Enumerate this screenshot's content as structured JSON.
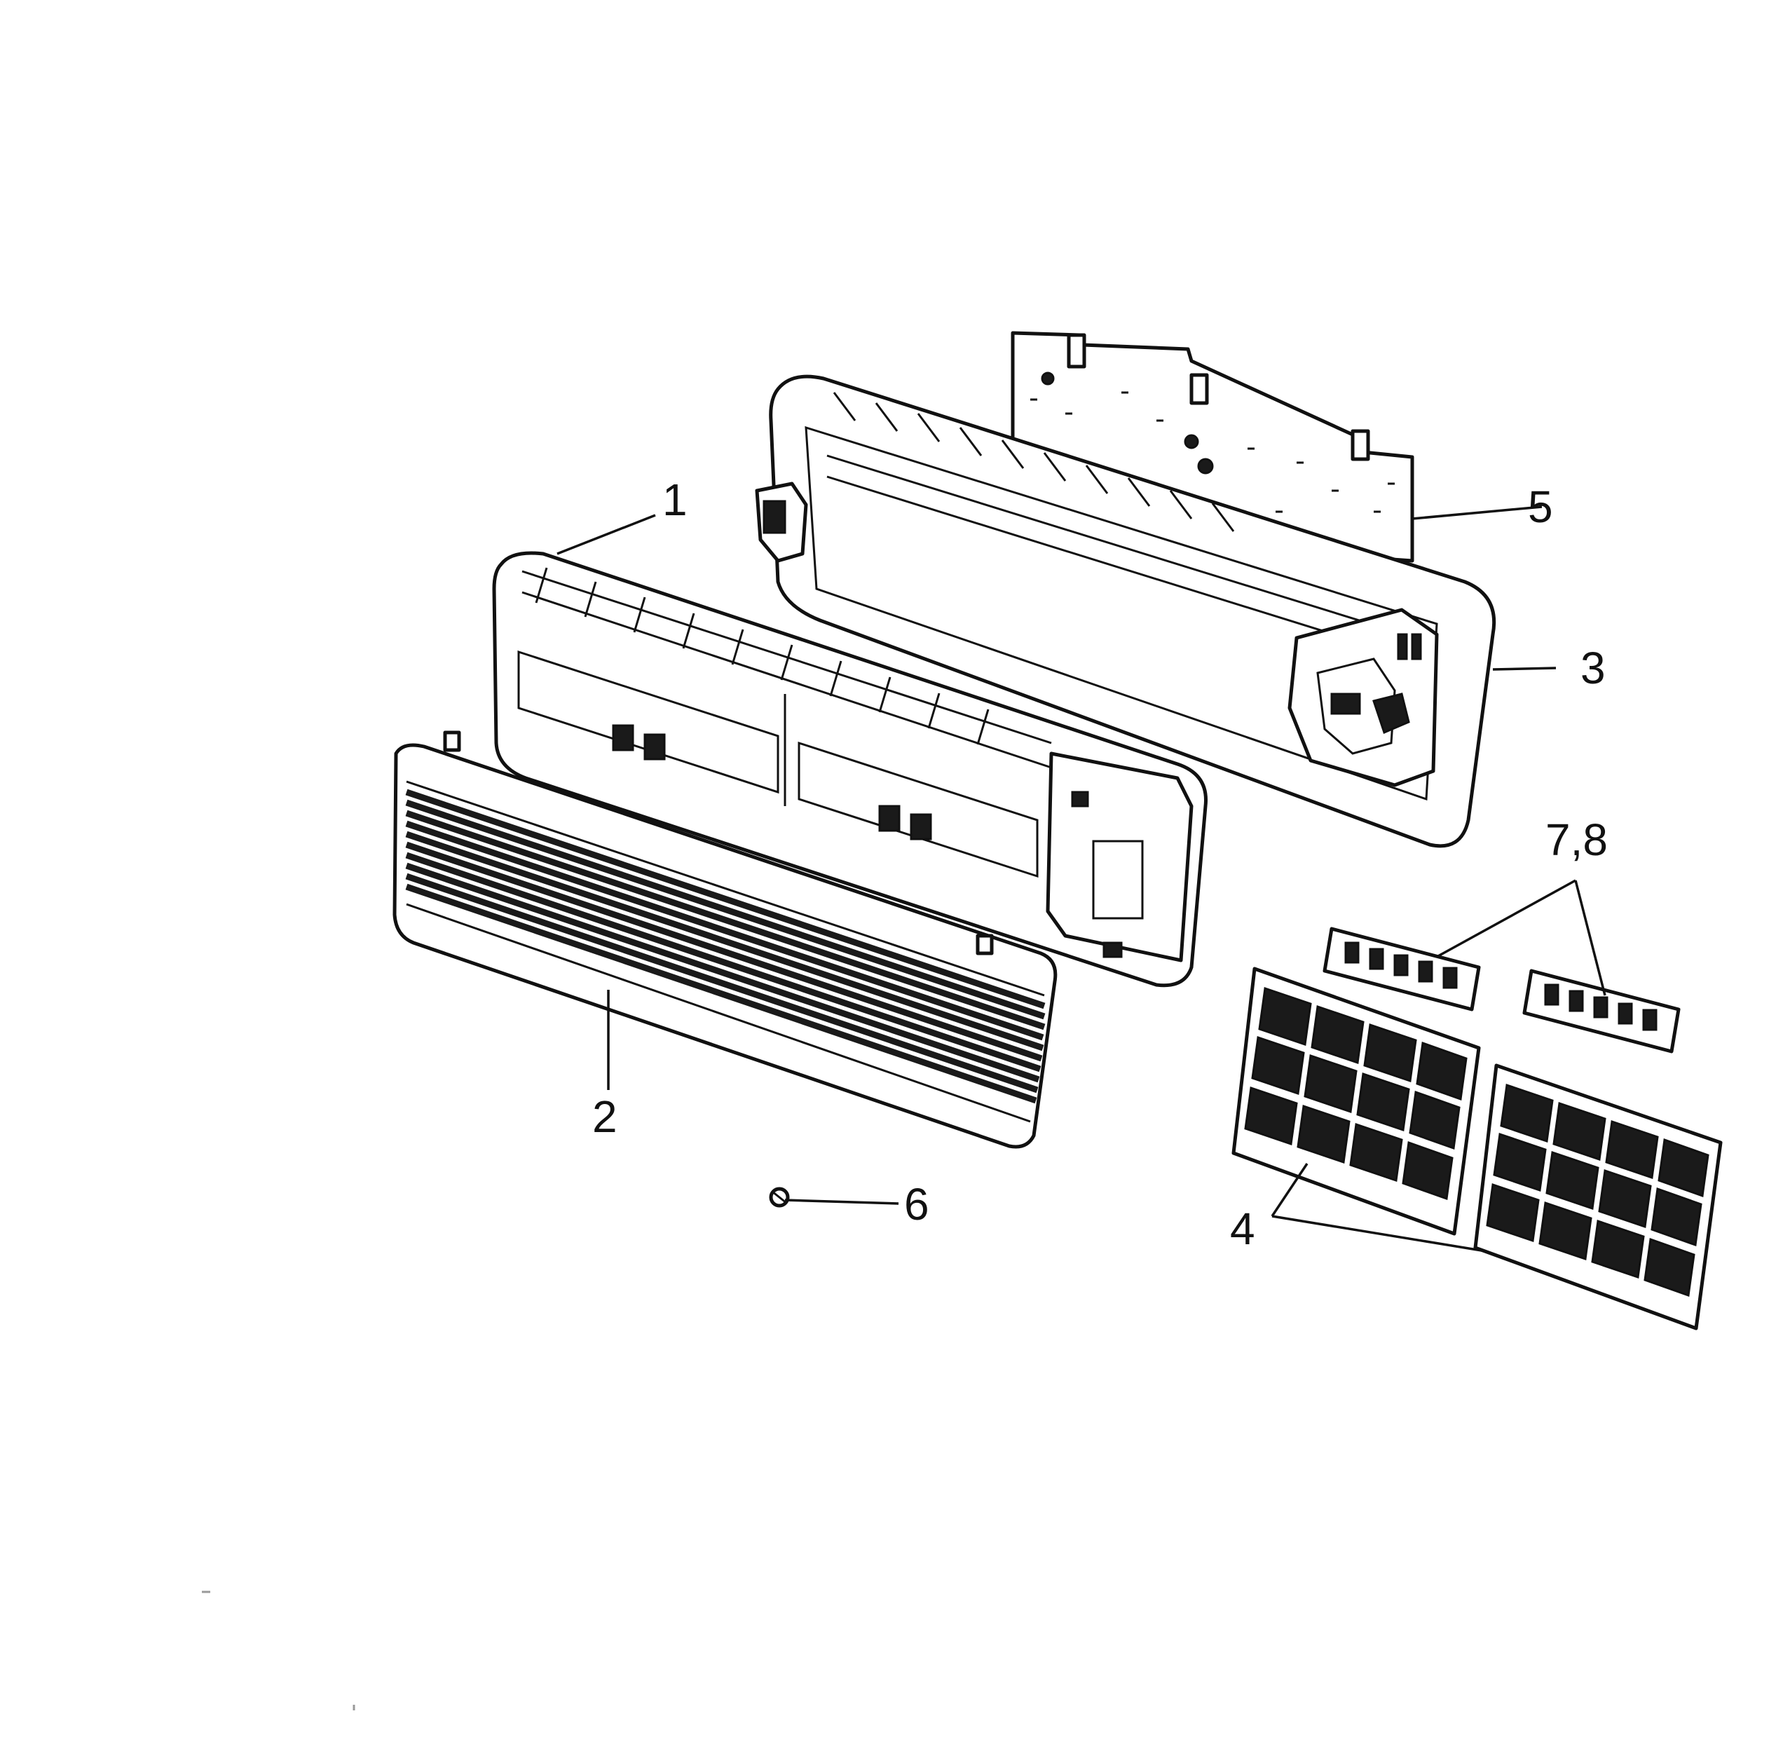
{
  "diagram": {
    "callouts": [
      {
        "id": "1",
        "text": "1",
        "part": "chassis"
      },
      {
        "id": "2",
        "text": "2",
        "part": "front-grille"
      },
      {
        "id": "3",
        "text": "3",
        "part": "rear-cabinet"
      },
      {
        "id": "4",
        "text": "4",
        "part": "air-filters"
      },
      {
        "id": "5",
        "text": "5",
        "part": "mounting-plate"
      },
      {
        "id": "6",
        "text": "6",
        "part": "screw-cap"
      },
      {
        "id": "7,8",
        "text": "7,8",
        "part": "filter-clips"
      }
    ]
  }
}
